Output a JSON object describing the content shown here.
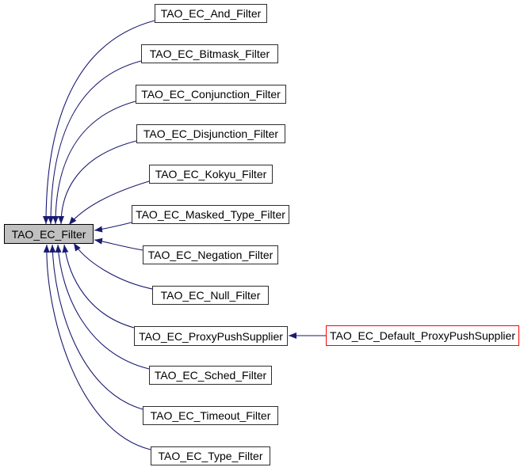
{
  "diagram": {
    "kind": "class-inheritance-graph",
    "base_class": "TAO_EC_Filter",
    "arrow_color": "#1a1a70",
    "current_node_fill": "#c0c0c0",
    "focus_border_color": "#ff0000",
    "nodes": [
      {
        "id": "tao-ec-and-filter",
        "label": "TAO_EC_And_Filter",
        "role": "derived"
      },
      {
        "id": "tao-ec-bitmask-filter",
        "label": "TAO_EC_Bitmask_Filter",
        "role": "derived"
      },
      {
        "id": "tao-ec-conjunction-filter",
        "label": "TAO_EC_Conjunction_Filter",
        "role": "derived"
      },
      {
        "id": "tao-ec-disjunction-filter",
        "label": "TAO_EC_Disjunction_Filter",
        "role": "derived"
      },
      {
        "id": "tao-ec-kokyu-filter",
        "label": "TAO_EC_Kokyu_Filter",
        "role": "derived"
      },
      {
        "id": "tao-ec-masked-type-filter",
        "label": "TAO_EC_Masked_Type_Filter",
        "role": "derived"
      },
      {
        "id": "tao-ec-filter",
        "label": "TAO_EC_Filter",
        "role": "current"
      },
      {
        "id": "tao-ec-negation-filter",
        "label": "TAO_EC_Negation_Filter",
        "role": "derived"
      },
      {
        "id": "tao-ec-null-filter",
        "label": "TAO_EC_Null_Filter",
        "role": "derived"
      },
      {
        "id": "tao-ec-proxypushsupplier",
        "label": "TAO_EC_ProxyPushSupplier",
        "role": "derived"
      },
      {
        "id": "tao-ec-default-proxypushsupplier",
        "label": "TAO_EC_Default_ProxyPushSupplier",
        "role": "derived-focus"
      },
      {
        "id": "tao-ec-sched-filter",
        "label": "TAO_EC_Sched_Filter",
        "role": "derived"
      },
      {
        "id": "tao-ec-timeout-filter",
        "label": "TAO_EC_Timeout_Filter",
        "role": "derived"
      },
      {
        "id": "tao-ec-type-filter",
        "label": "TAO_EC_Type_Filter",
        "role": "derived"
      }
    ],
    "edges": [
      {
        "from": "TAO_EC_And_Filter",
        "to": "TAO_EC_Filter"
      },
      {
        "from": "TAO_EC_Bitmask_Filter",
        "to": "TAO_EC_Filter"
      },
      {
        "from": "TAO_EC_Conjunction_Filter",
        "to": "TAO_EC_Filter"
      },
      {
        "from": "TAO_EC_Disjunction_Filter",
        "to": "TAO_EC_Filter"
      },
      {
        "from": "TAO_EC_Kokyu_Filter",
        "to": "TAO_EC_Filter"
      },
      {
        "from": "TAO_EC_Masked_Type_Filter",
        "to": "TAO_EC_Filter"
      },
      {
        "from": "TAO_EC_Negation_Filter",
        "to": "TAO_EC_Filter"
      },
      {
        "from": "TAO_EC_Null_Filter",
        "to": "TAO_EC_Filter"
      },
      {
        "from": "TAO_EC_ProxyPushSupplier",
        "to": "TAO_EC_Filter"
      },
      {
        "from": "TAO_EC_Default_ProxyPushSupplier",
        "to": "TAO_EC_ProxyPushSupplier"
      },
      {
        "from": "TAO_EC_Sched_Filter",
        "to": "TAO_EC_Filter"
      },
      {
        "from": "TAO_EC_Timeout_Filter",
        "to": "TAO_EC_Filter"
      },
      {
        "from": "TAO_EC_Type_Filter",
        "to": "TAO_EC_Filter"
      }
    ]
  }
}
